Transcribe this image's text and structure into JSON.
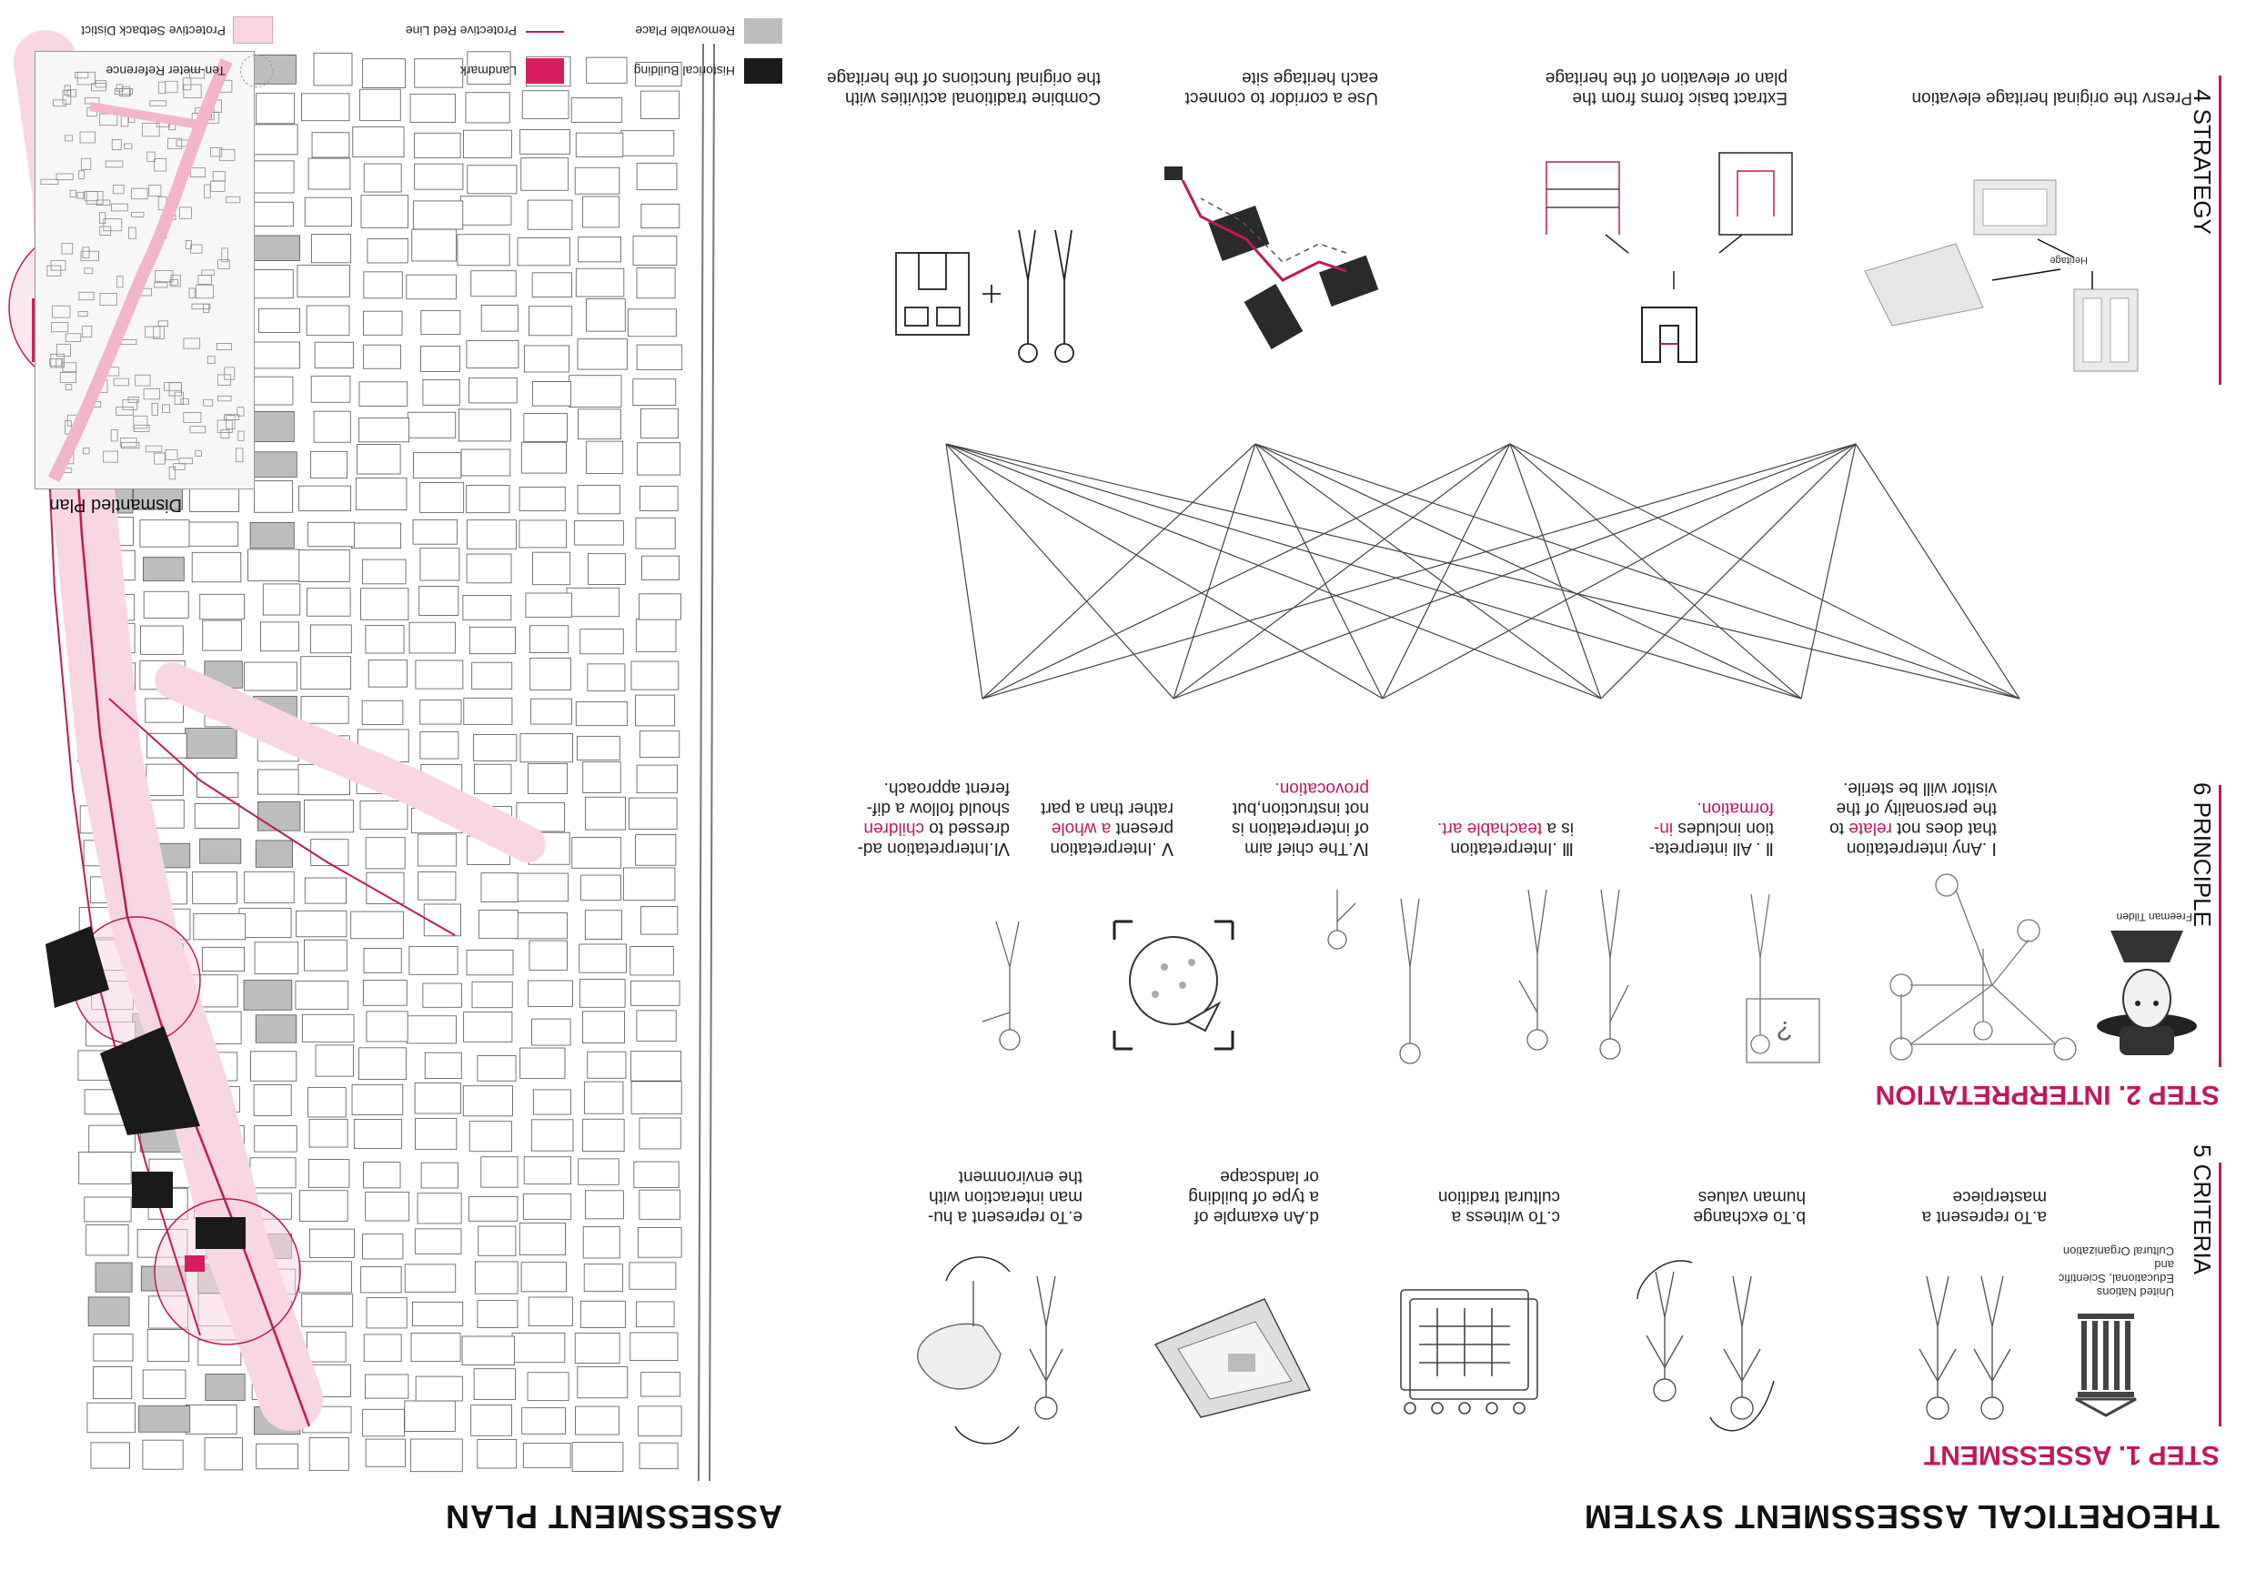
{
  "titles": {
    "theoretical": "THEORETICAL ASSESSMENT SYSTEM",
    "plan": "ASSESSMENT PLAN",
    "step1": "STEP 1. ASSESSMENT",
    "step2": "STEP 2. INTERPRETATION"
  },
  "sections": {
    "criteria": "5 CRITERIA",
    "principle": "6 PRINCIPLE",
    "strategy": "4 STRATEGY"
  },
  "unesco": {
    "logo_text": "UNESCO",
    "caption_lines": [
      "United Nations",
      "Educational, Scientific and",
      "Cultural Organization"
    ]
  },
  "tilden": "Freeman Tilden",
  "criteria": [
    {
      "lines": [
        "a.To represent a",
        "masterpiece"
      ]
    },
    {
      "lines": [
        "b.To exchange",
        "human values"
      ]
    },
    {
      "lines": [
        "c.To witness a",
        "cultural tradition"
      ]
    },
    {
      "lines": [
        "d.An example of",
        "a type of building",
        "or landscape"
      ]
    },
    {
      "lines": [
        "e.To represent a hu-",
        "man interaction with",
        "the environment"
      ]
    }
  ],
  "principles": [
    {
      "id": "p1",
      "lines": [
        [
          "Ⅰ .Any interpretation",
          ""
        ],
        [
          "that does not ",
          "relate",
          " to"
        ],
        [
          "the personality of the",
          ""
        ],
        [
          "visitor will be sterile.",
          ""
        ]
      ]
    },
    {
      "id": "p2",
      "lines": [
        [
          "Ⅱ . All interpreta-",
          ""
        ],
        [
          "tion includes ",
          "in-",
          ""
        ],
        [
          "",
          "formation.",
          ""
        ]
      ]
    },
    {
      "id": "p3",
      "lines": [
        [
          "Ⅲ .Interpretation",
          ""
        ],
        [
          "is a ",
          "teachable art.",
          ""
        ]
      ]
    },
    {
      "id": "p4",
      "lines": [
        [
          "Ⅳ.The chief aim",
          ""
        ],
        [
          "of interpretation is",
          ""
        ],
        [
          "not instruction,but",
          ""
        ],
        [
          "",
          "provocation.",
          ""
        ]
      ]
    },
    {
      "id": "p5",
      "lines": [
        [
          "Ⅴ .Interpretation",
          ""
        ],
        [
          "present ",
          "a whole",
          ""
        ],
        [
          "rather than a part",
          ""
        ]
      ]
    },
    {
      "id": "p6",
      "lines": [
        [
          "Ⅵ.Interpretation ad-",
          ""
        ],
        [
          "dressed to ",
          "children",
          ""
        ],
        [
          "should follow a dif-",
          ""
        ],
        [
          "ferent approach.",
          ""
        ]
      ]
    }
  ],
  "strategies": [
    {
      "lines": [
        "Presrv the original heritage elevation"
      ]
    },
    {
      "lines": [
        "Extract basic forms from the",
        "plan or elevation of the heritage"
      ]
    },
    {
      "lines": [
        "Use a corridor to connect",
        "each heritage site"
      ]
    },
    {
      "lines": [
        "Combine traditional activities with",
        "the original functions of the heritage"
      ]
    }
  ],
  "heritage_label": "Heritage",
  "legend": [
    {
      "label": "Historical Building",
      "color": "#1a1a1a",
      "kind": "fill"
    },
    {
      "label": "Removable Place",
      "color": "#bdbdbd",
      "kind": "fill"
    },
    {
      "label": "Landmark",
      "color": "#d81b60",
      "kind": "fill"
    },
    {
      "label": "Protective Red Line",
      "color": "#c2185b",
      "kind": "line"
    },
    {
      "label": "Ten-meter Reference",
      "color": "#999999",
      "kind": "circle"
    },
    {
      "label": "Protective Setback Distict",
      "color": "#f8d7e0",
      "kind": "fill"
    }
  ],
  "dismantled_plan": "Dismantled Plan",
  "colors": {
    "accent": "#c2185b",
    "light_pink": "#f8d7e0",
    "dark": "#1a1a1a",
    "grey": "#bdbdbd"
  }
}
